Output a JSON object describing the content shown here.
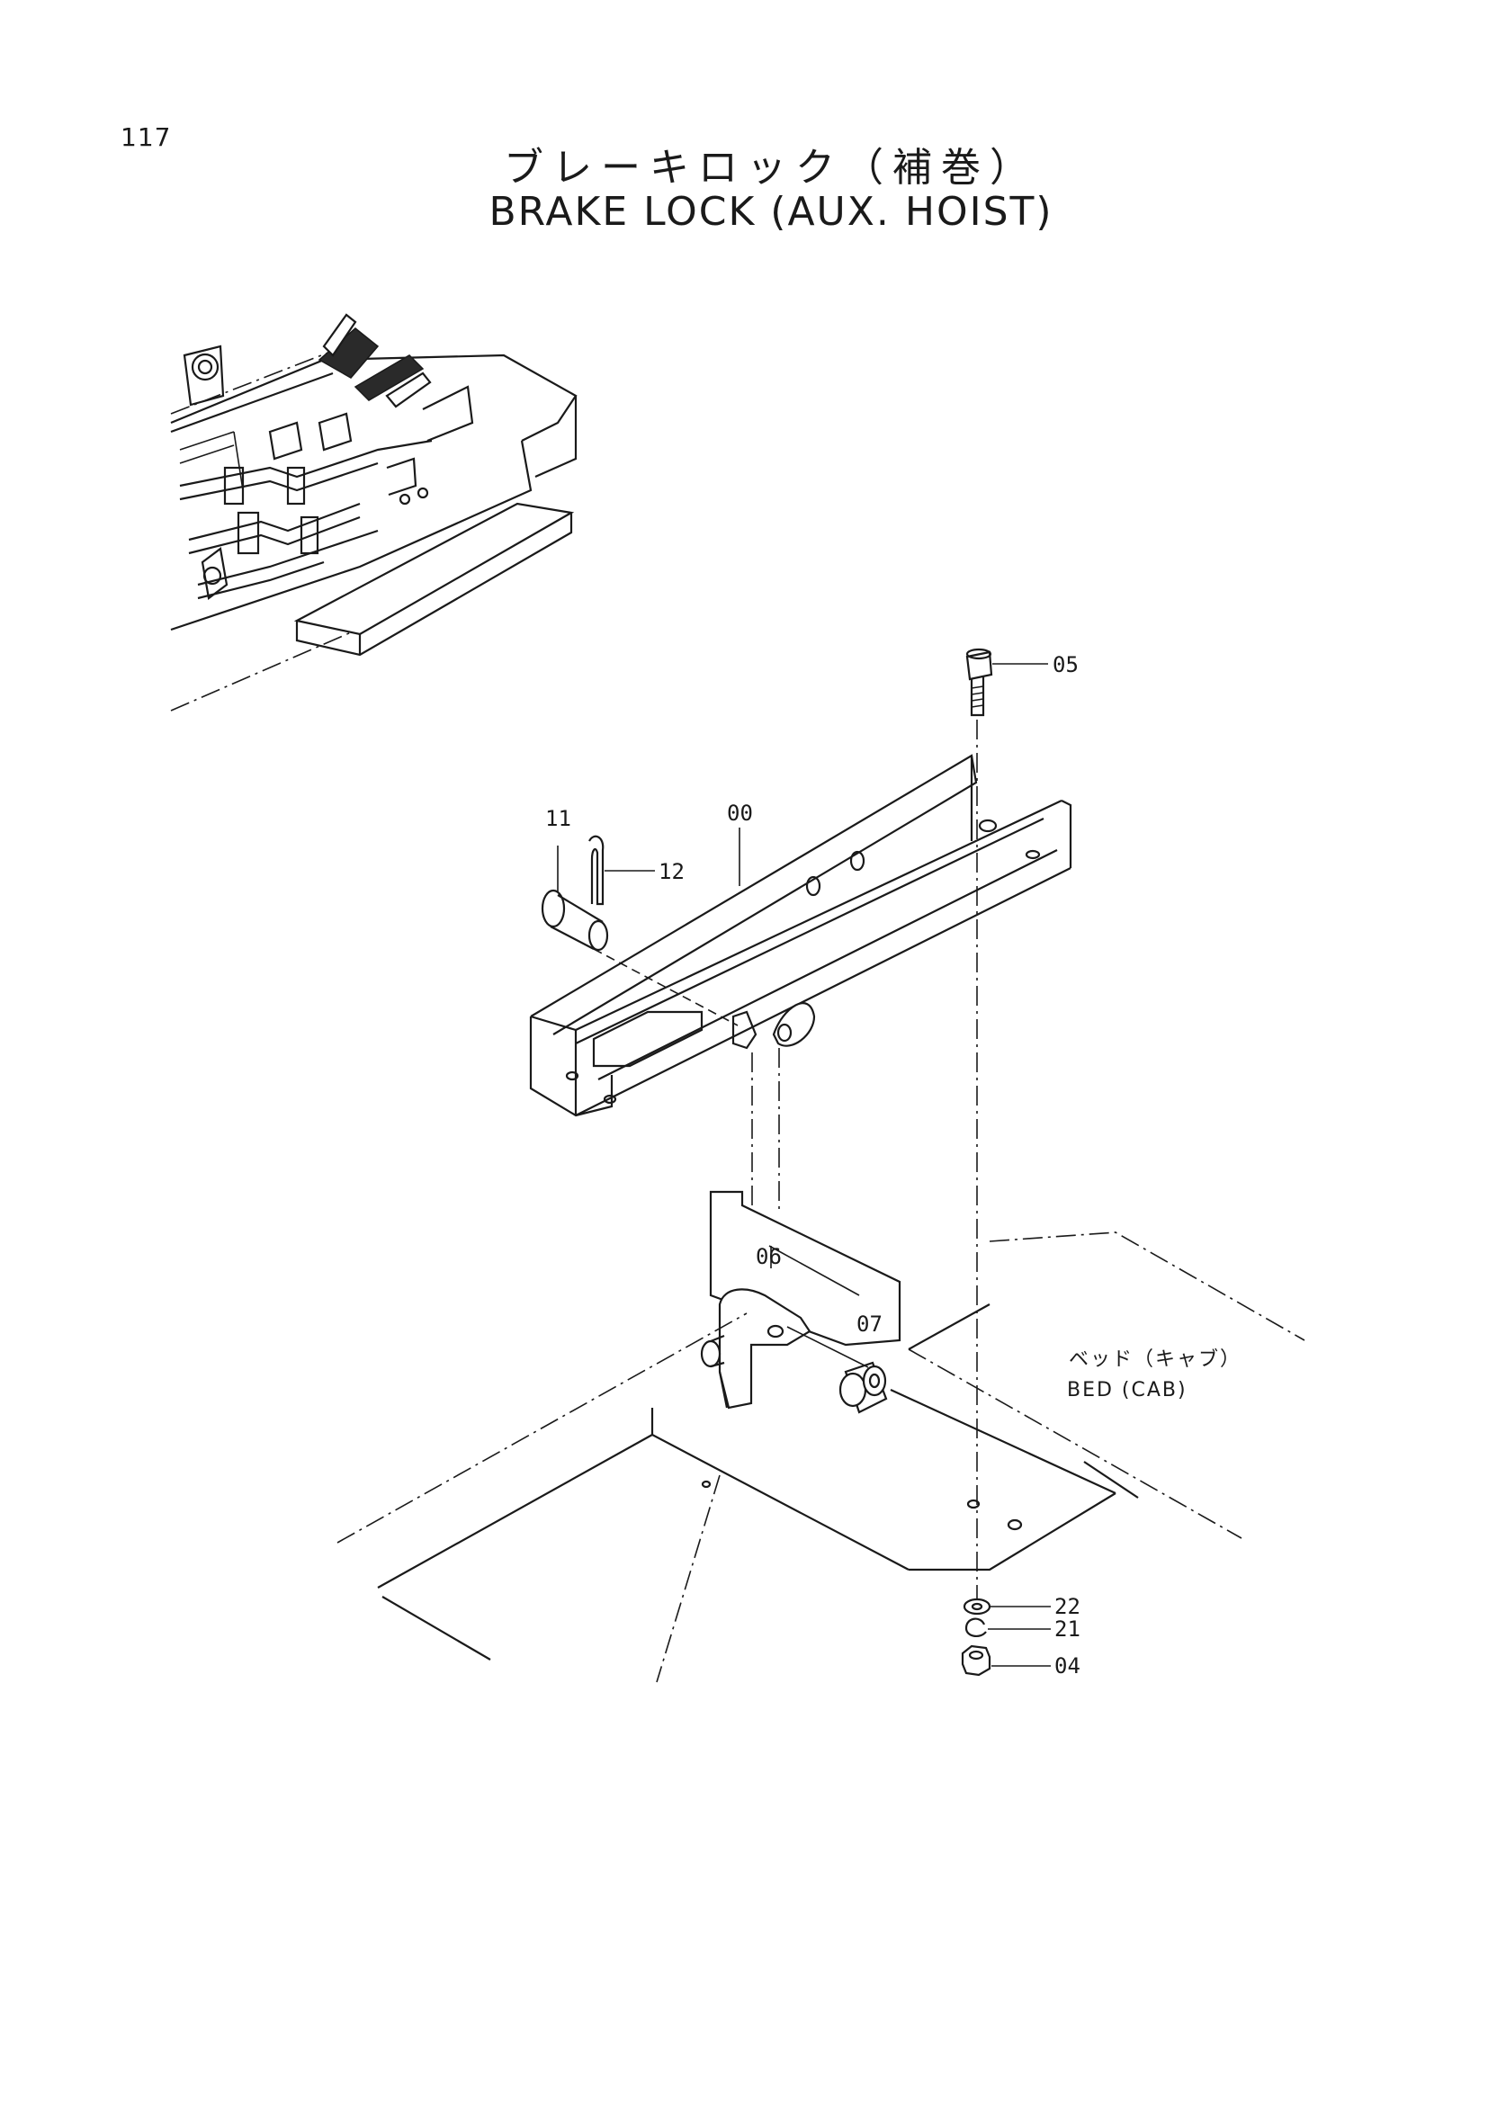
{
  "page_number": "117",
  "title_japanese": "ブレーキロック（補巻）",
  "title_english": "BRAKE LOCK (AUX. HOIST)",
  "bed_label_japanese": "ベッド（キャブ）",
  "bed_label_english": "BED (CAB)",
  "callouts": {
    "frame": "00",
    "bolt": "05",
    "pin": "11",
    "cotter_pin": "12",
    "plate": "06",
    "bushing": "07",
    "washer": "22",
    "spring_washer": "21",
    "nut": "04"
  }
}
